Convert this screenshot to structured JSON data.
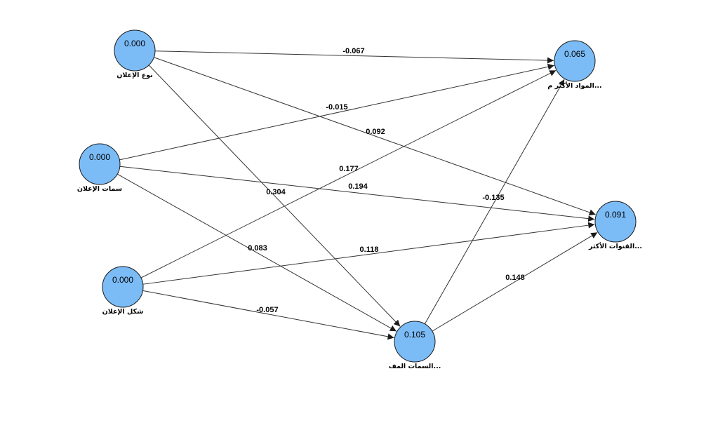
{
  "nodes": [
    {
      "id": "n1",
      "value": "0.000",
      "label": "نوع الإعلان"
    },
    {
      "id": "n2",
      "value": "0.000",
      "label": "سمات الإعلان"
    },
    {
      "id": "n3",
      "value": "0.000",
      "label": "شكل الإعلان"
    },
    {
      "id": "n4",
      "value": "0.065",
      "label": "...المواد الأكثر م"
    },
    {
      "id": "n5",
      "value": "0.091",
      "label": "...القنوات الأكثر"
    },
    {
      "id": "n6",
      "value": "0.105",
      "label": "...السمات المف"
    }
  ],
  "edges": [
    {
      "from": "n1",
      "to": "n4",
      "coef": "-0.067"
    },
    {
      "from": "n1",
      "to": "n5",
      "coef": "0.092"
    },
    {
      "from": "n1",
      "to": "n6",
      "coef": "0.304"
    },
    {
      "from": "n2",
      "to": "n4",
      "coef": "-0.015"
    },
    {
      "from": "n2",
      "to": "n5",
      "coef": "0.194"
    },
    {
      "from": "n2",
      "to": "n6",
      "coef": "0.083"
    },
    {
      "from": "n3",
      "to": "n4",
      "coef": "0.177"
    },
    {
      "from": "n3",
      "to": "n5",
      "coef": "0.118"
    },
    {
      "from": "n3",
      "to": "n6",
      "coef": "-0.057"
    },
    {
      "from": "n6",
      "to": "n4",
      "coef": "-0.135"
    },
    {
      "from": "n6",
      "to": "n5",
      "coef": "0.148"
    }
  ]
}
